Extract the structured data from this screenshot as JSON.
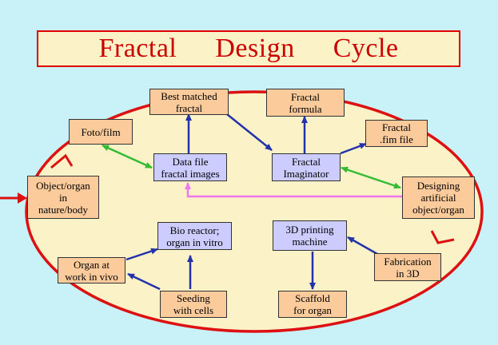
{
  "title": {
    "words": [
      "Fractal",
      "Design",
      "Cycle"
    ]
  },
  "nodes": {
    "best_matched": [
      "Best matched",
      "fractal"
    ],
    "fractal_formula": [
      "Fractal",
      "formula"
    ],
    "foto_film": [
      "Foto/film"
    ],
    "fractal_fim": [
      "Fractal",
      ".fim file"
    ],
    "data_file": [
      "Data file",
      "fractal images"
    ],
    "imaginator": [
      "Fractal",
      "Imaginator"
    ],
    "object_organ": [
      "Object/organ",
      "in",
      "nature/body"
    ],
    "designing": [
      "Designing",
      "artificial",
      "object/organ"
    ],
    "bio_reactor": [
      "Bio reactor;",
      "organ in vitro"
    ],
    "printing": [
      "3D printing",
      "machine"
    ],
    "organ_work": [
      "Organ at",
      "work in vivo"
    ],
    "fabrication": [
      "Fabrication",
      "in 3D"
    ],
    "seeding": [
      "Seeding",
      "with cells"
    ],
    "scaffold": [
      "Scaffold",
      "for organ"
    ]
  },
  "colors": {
    "background": "#c8f2f8",
    "ellipse_fill": "#fbf2c8",
    "ellipse_stroke": "#dd1111",
    "node_orange": "#fbcb9c",
    "node_lavender": "#ccccff",
    "arrow_blue": "#2233aa",
    "arrow_green": "#33bb33",
    "arrow_magenta": "#ee77ee",
    "arrow_red": "#dd1111"
  }
}
